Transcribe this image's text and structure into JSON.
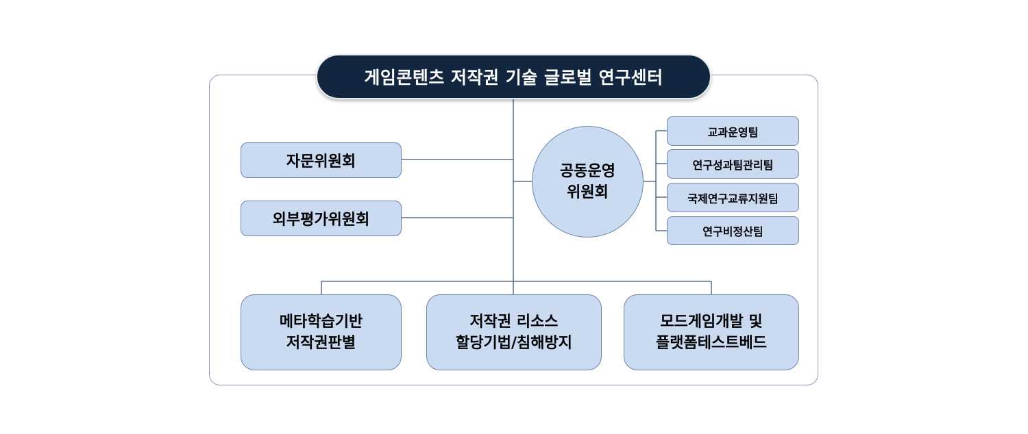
{
  "diagram": {
    "title": "게임콘텐츠 저작권 기술 글로벌 연구센터",
    "committees": [
      {
        "label": "자문위원회"
      },
      {
        "label": "외부평가위원회"
      }
    ],
    "operating_committee": {
      "line1": "공동운영",
      "line2": "위원회"
    },
    "teams": [
      {
        "label": "교과운영팀"
      },
      {
        "label": "연구성과팀관리팀"
      },
      {
        "label": "국제연구교류지원팀"
      },
      {
        "label": "연구비정산팀"
      }
    ],
    "research_units": [
      {
        "line1": "메타학습기반",
        "line2": "저작권판별"
      },
      {
        "line1": "저작권 리소스",
        "line2": "할당기법/침해방지"
      },
      {
        "line1": "모드게임개발 및",
        "line2": "플랫폼테스트베드"
      }
    ],
    "colors": {
      "title_bg": "#13263f",
      "box_fill": "#c9daf1",
      "box_border": "#6b86ad",
      "line": "#3d5677"
    }
  }
}
